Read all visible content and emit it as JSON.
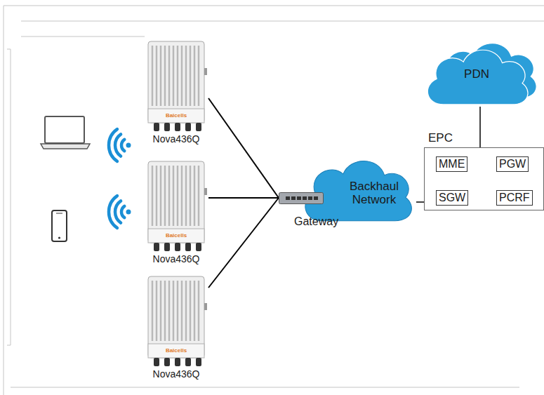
{
  "diagram": {
    "nodes": [
      {
        "text": [
          "Baicells",
          "Nova436Q"
        ]
      },
      {
        "text": [
          "Baicells",
          "Nova436Q"
        ]
      },
      {
        "text": [
          "Baicells",
          "Nova436Q"
        ]
      },
      {
        "text": [
          "Gateway"
        ]
      },
      {
        "text": [
          "Backhaul Network"
        ]
      },
      {
        "text": [
          "PDN"
        ]
      },
      {
        "text": [
          "EPC"
        ]
      },
      {
        "text": [
          "MME"
        ],
        "in": 6
      },
      {
        "text": [
          "PGW"
        ],
        "in": 6
      },
      {
        "text": [
          "SGW"
        ],
        "in": 6
      },
      {
        "text": [
          "PCRF"
        ],
        "in": 6
      }
    ],
    "edges": [
      {
        "from": 0,
        "to": 3,
        "arrow": "none"
      },
      {
        "from": 1,
        "to": 3,
        "arrow": "none"
      },
      {
        "from": 2,
        "to": 3,
        "arrow": "none"
      },
      {
        "from": 4,
        "to": 6,
        "arrow": "none"
      },
      {
        "from": 6,
        "to": 5,
        "arrow": "none"
      }
    ]
  }
}
